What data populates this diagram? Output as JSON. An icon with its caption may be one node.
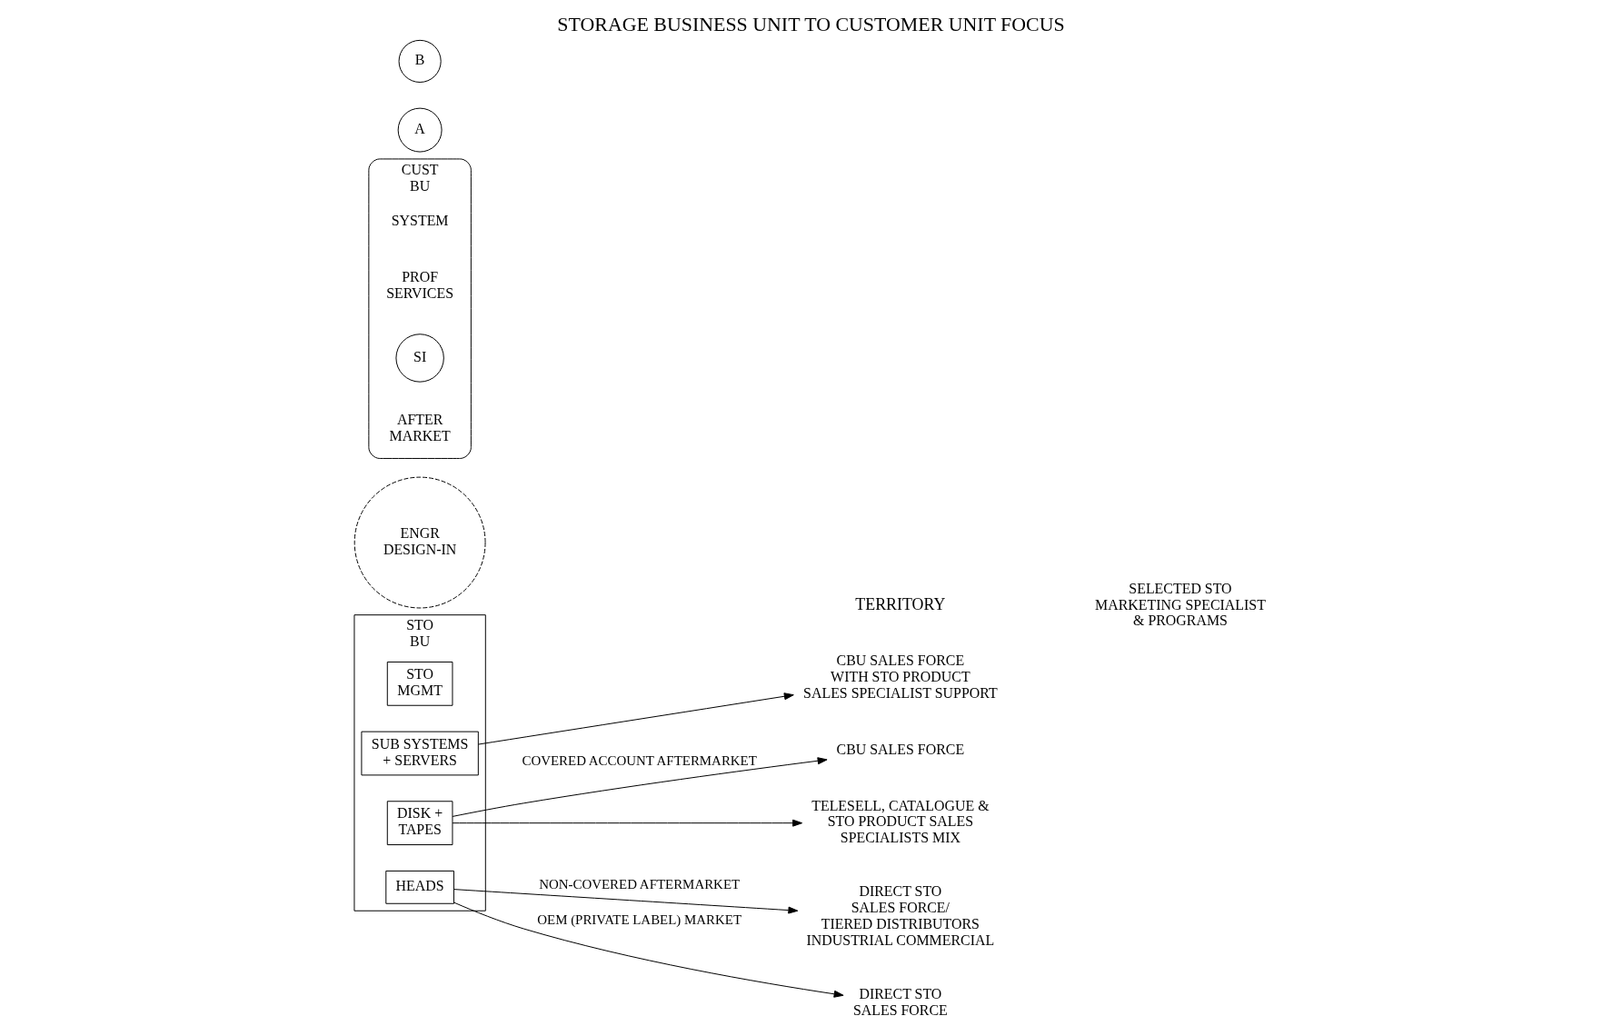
{
  "diagram": {
    "title": "STORAGE BUSINESS UNIT TO CUSTOMER UNIT FOCUS",
    "nodes": [
      {
        "text": [
          "STO BU"
        ]
      },
      {
        "text": [
          "STO MGMT"
        ],
        "in": 0
      },
      {
        "text": [
          "SUB SYSTEMS + SERVERS"
        ],
        "in": 0
      },
      {
        "text": [
          "DISK + TAPES"
        ],
        "in": 0
      },
      {
        "text": [
          "HEADS"
        ],
        "in": 0
      },
      {
        "text": [
          "ENGR DESIGN-IN"
        ]
      },
      {
        "text": [
          "CUST BU"
        ]
      },
      {
        "text": [
          "SYSTEM"
        ],
        "in": 6
      },
      {
        "text": [
          "PROF SERVICES"
        ],
        "in": 6
      },
      {
        "text": [
          "SI"
        ],
        "in": 6
      },
      {
        "text": [
          "AFTER MARKET"
        ],
        "in": 6
      },
      {
        "text": [
          "A"
        ]
      },
      {
        "text": [
          "B"
        ]
      },
      {
        "text": [
          "CBU SALES FORCE WITH STO PRODUCT SALES SPECIALIST SUPPORT"
        ]
      },
      {
        "text": [
          "CBU SALES FORCE"
        ]
      },
      {
        "text": [
          "TELESELL, CATALOGUE & STO PRODUCT SALES SPECIALISTS MIX"
        ]
      },
      {
        "text": [
          "DIRECT STO SALES FORCE/ TIERED DISTRIBUTORS INDUSTRIAL COMMERCIAL"
        ]
      },
      {
        "text": [
          "DIRECT STO SALES FORCE"
        ]
      }
    ],
    "edges": [
      {
        "from": 2,
        "to": 13,
        "arrow": "to"
      },
      {
        "from": 3,
        "to": 14,
        "arrow": "to",
        "label": "COVERED ACCOUNT AFTERMARKET"
      },
      {
        "from": 3,
        "to": 15,
        "arrow": "to"
      },
      {
        "from": 4,
        "to": 16,
        "arrow": "to",
        "label": "NON-COVERED AFTERMARKET"
      },
      {
        "from": 4,
        "to": 17,
        "arrow": "to",
        "label": "OEM (PRIVATE LABEL) MARKET"
      }
    ],
    "labels": [
      "TERRITORY",
      "SELECTED STO MARKETING SPECIALIST & PROGRAMS"
    ]
  }
}
